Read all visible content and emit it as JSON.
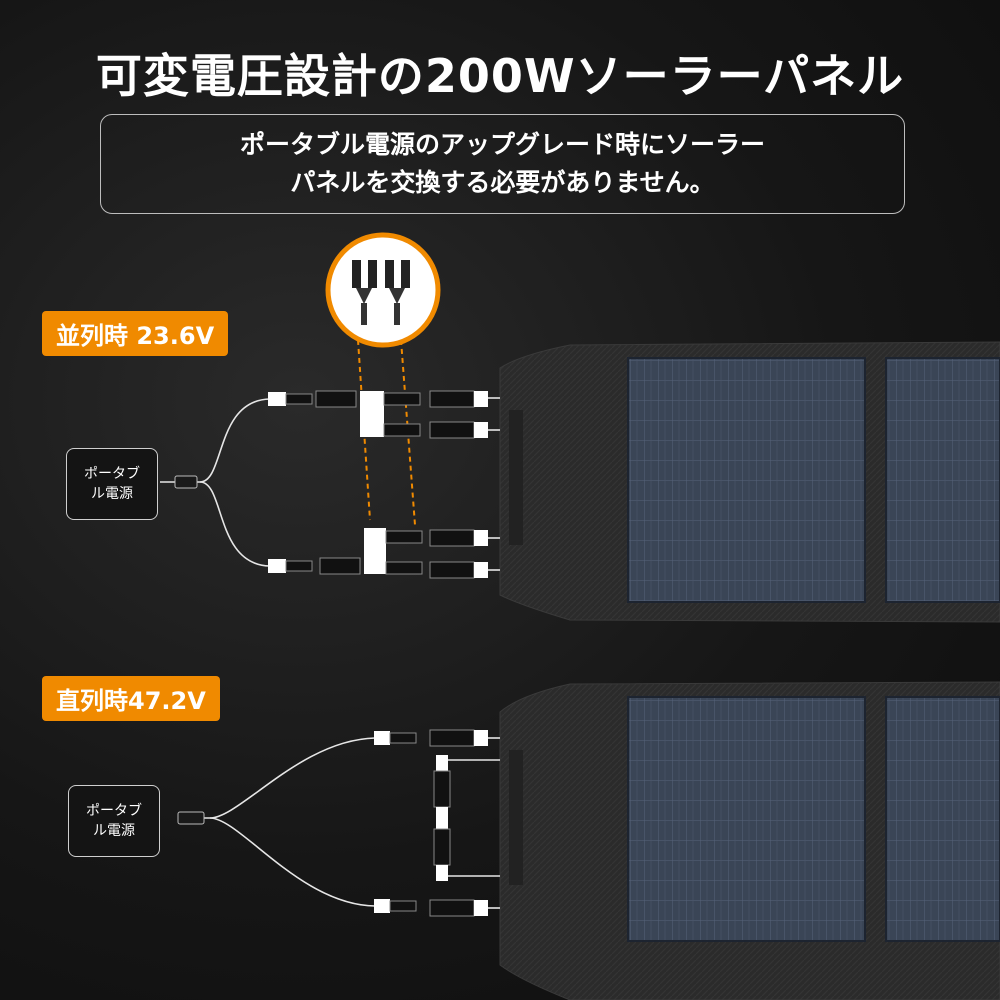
{
  "title": "可変電圧設計の200Wソーラーパネル",
  "subtitle": {
    "line1": "ポータブル電源のアップグレード時にソーラー",
    "line2": "パネルを交換する必要がありません。"
  },
  "parallel": {
    "badge": "並列時 23.6V",
    "source_line1": "ポータブ",
    "source_line2": "ル電源"
  },
  "series": {
    "badge": "直列時47.2V",
    "source_line1": "ポータブ",
    "source_line2": "ル電源"
  },
  "colors": {
    "accent": "#f08a00",
    "panel": "#2e2e2e",
    "cell": "#3a4556"
  },
  "icons": [
    "y-branch-connector-icon",
    "mc4-connector-icon",
    "dc-plug-icon"
  ]
}
